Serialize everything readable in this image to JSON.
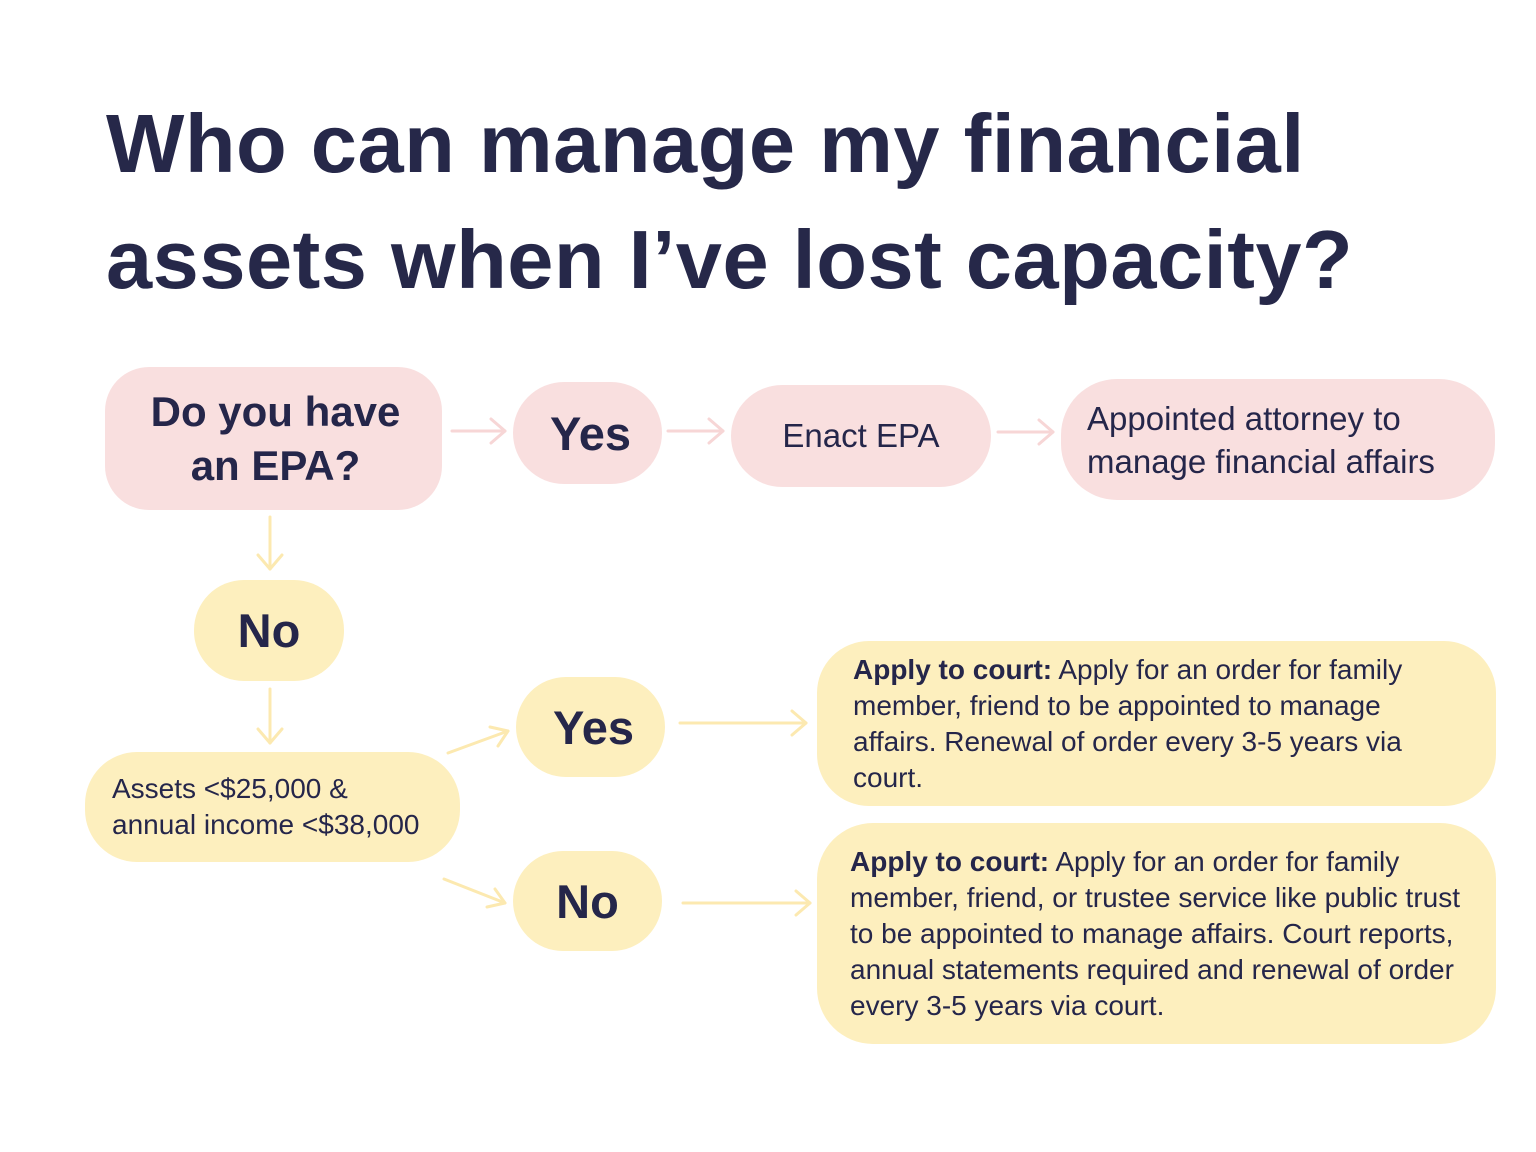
{
  "title": "Who can manage my financial assets when I’ve lost capacity?",
  "colors": {
    "pink": "#f9dfdf",
    "yellow": "#fdefbe",
    "text": "#25264a",
    "arrow_pink": "#f7d6d6",
    "arrow_yellow": "#fce9b0"
  },
  "nodes": {
    "question": "Do you have\nan EPA?",
    "yes_epa": "Yes",
    "enact_epa": "Enact EPA",
    "appointed_attorney": "Appointed attorney to\nmanage financial affairs",
    "no_epa": "No",
    "assets_test": "Assets <$25,000 &\nannual income <$38,000",
    "yes_assets": "Yes",
    "no_assets": "No",
    "court_yes": {
      "label": "Apply to court:",
      "text": " Apply for an order for family member, friend to be appointed to manage affairs. Renewal of order every 3-5 years via court."
    },
    "court_no": {
      "label": "Apply to court:",
      "text": " Apply for an order for family member, friend, or trustee service like public trust to be appointed to manage affairs. Court reports, annual statements required and renewal of order every 3-5 years via court."
    }
  }
}
